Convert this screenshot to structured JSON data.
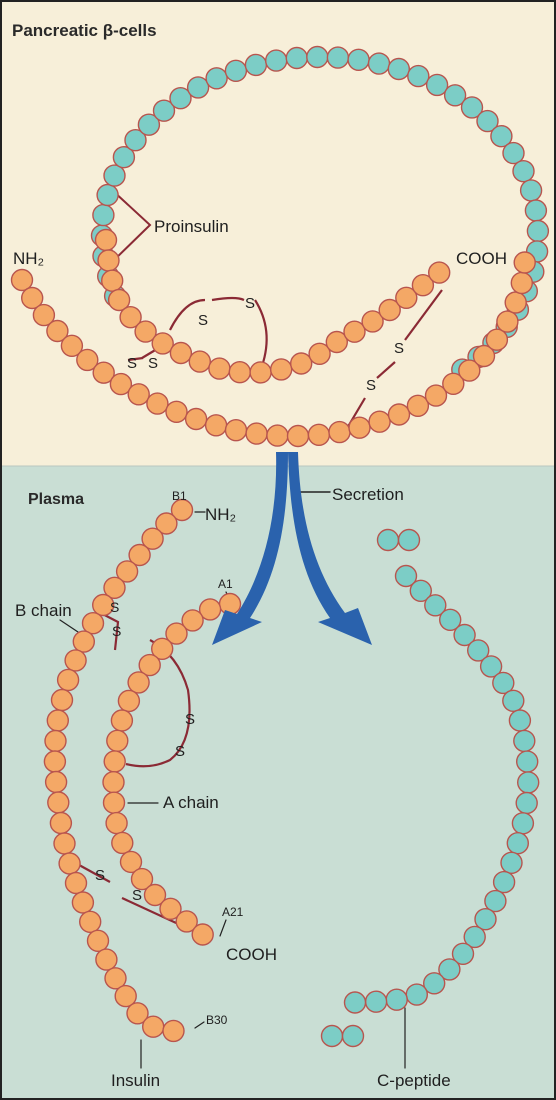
{
  "colors": {
    "top_background": "#f7efd9",
    "bottom_background": "#c9ded4",
    "border": "#222222",
    "proinsulin_bead": "#f4a866",
    "cpeptide_bead": "#7ccdc6",
    "bead_outline": "#b8554e",
    "bond": "#8b2a35",
    "arrow": "#2a62ad"
  },
  "header_top": "Pancreatic β-cells",
  "header_bottom": "Plasma",
  "labels": {
    "proinsulin": "Proinsulin",
    "nh2_top": "NH₂",
    "cooh_top": "COOH",
    "secretion": "Secretion",
    "b1": "B1",
    "nh2_bottom": "NH₂",
    "a1": "A1",
    "b_chain": "B chain",
    "a_chain": "A chain",
    "a21": "A21",
    "cooh_bottom": "COOH",
    "b30": "B30",
    "insulin": "Insulin",
    "c_peptide": "C-peptide"
  },
  "bond_letter": "S"
}
